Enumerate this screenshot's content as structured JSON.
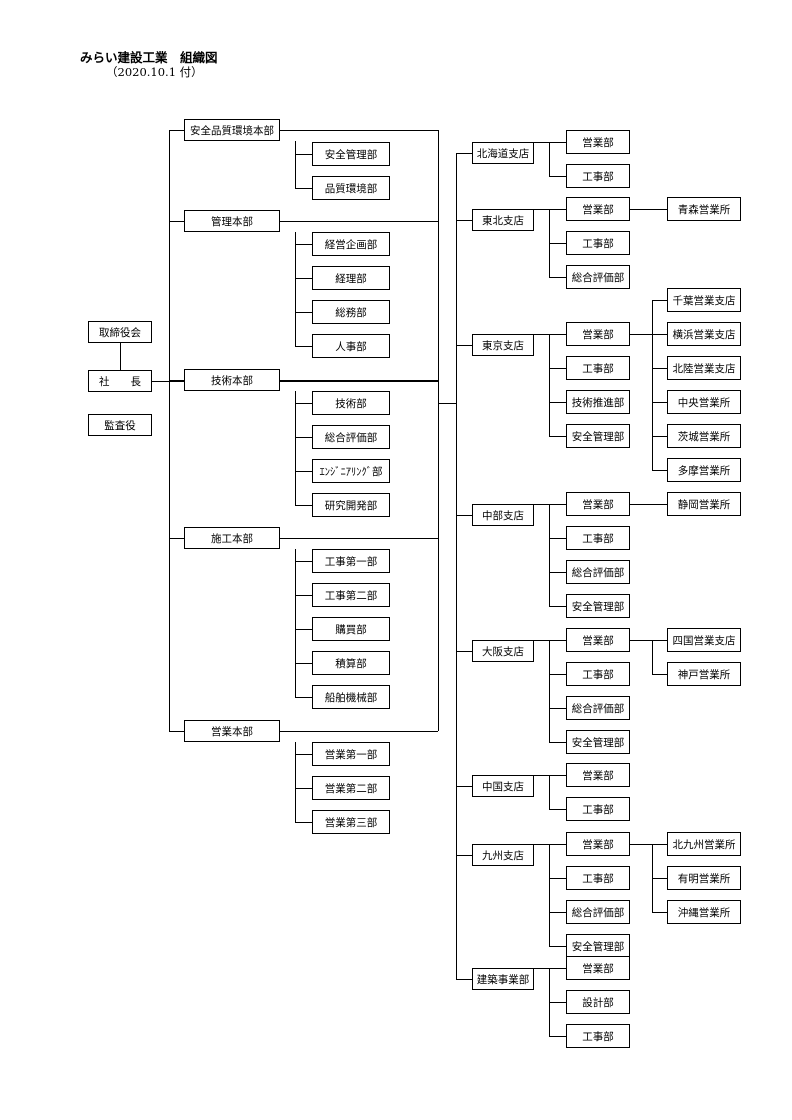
{
  "header": {
    "title": "みらい建設工業　組織図",
    "date": "（2020.10.1 付）"
  },
  "org": {
    "board": "取締役会",
    "president": "社　　長",
    "auditor": "監査役",
    "headquarters": [
      {
        "name": "安全品質環境本部",
        "departments": [
          "安全管理部",
          "品質環境部"
        ]
      },
      {
        "name": "管理本部",
        "departments": [
          "経営企画部",
          "経理部",
          "総務部",
          "人事部"
        ]
      },
      {
        "name": "技術本部",
        "departments": [
          "技術部",
          "総合評価部",
          "ｴﾝｼﾞﾆｱﾘﾝｸﾞ部",
          "研究開発部"
        ]
      },
      {
        "name": "施工本部",
        "departments": [
          "工事第一部",
          "工事第二部",
          "購買部",
          "積算部",
          "船舶機械部"
        ]
      },
      {
        "name": "営業本部",
        "departments": [
          "営業第一部",
          "営業第二部",
          "営業第三部"
        ]
      }
    ],
    "branches": [
      {
        "name": "北海道支店",
        "departments": [
          {
            "name": "営業部",
            "offices": []
          },
          {
            "name": "工事部",
            "offices": []
          }
        ]
      },
      {
        "name": "東北支店",
        "departments": [
          {
            "name": "営業部",
            "offices": [
              "青森営業所"
            ]
          },
          {
            "name": "工事部",
            "offices": []
          },
          {
            "name": "総合評価部",
            "offices": []
          }
        ]
      },
      {
        "name": "東京支店",
        "departments": [
          {
            "name": "営業部",
            "offices": [
              "千葉営業支店",
              "横浜営業支店",
              "北陸営業支店",
              "中央営業所",
              "茨城営業所",
              "多摩営業所"
            ]
          },
          {
            "name": "工事部",
            "offices": []
          },
          {
            "name": "技術推進部",
            "offices": []
          },
          {
            "name": "安全管理部",
            "offices": []
          }
        ]
      },
      {
        "name": "中部支店",
        "departments": [
          {
            "name": "営業部",
            "offices": [
              "静岡営業所"
            ]
          },
          {
            "name": "工事部",
            "offices": []
          },
          {
            "name": "総合評価部",
            "offices": []
          },
          {
            "name": "安全管理部",
            "offices": []
          }
        ]
      },
      {
        "name": "大阪支店",
        "departments": [
          {
            "name": "営業部",
            "offices": [
              "四国営業支店",
              "神戸営業所"
            ]
          },
          {
            "name": "工事部",
            "offices": []
          },
          {
            "name": "総合評価部",
            "offices": []
          },
          {
            "name": "安全管理部",
            "offices": []
          }
        ]
      },
      {
        "name": "中国支店",
        "departments": [
          {
            "name": "営業部",
            "offices": []
          },
          {
            "name": "工事部",
            "offices": []
          }
        ]
      },
      {
        "name": "九州支店",
        "departments": [
          {
            "name": "営業部",
            "offices": [
              "北九州営業所",
              "有明営業所",
              "沖縄営業所"
            ]
          },
          {
            "name": "工事部",
            "offices": []
          },
          {
            "name": "総合評価部",
            "offices": []
          },
          {
            "name": "安全管理部",
            "offices": []
          }
        ]
      },
      {
        "name": "建築事業部",
        "departments": [
          {
            "name": "営業部",
            "offices": []
          },
          {
            "name": "設計部",
            "offices": []
          },
          {
            "name": "工事部",
            "offices": []
          }
        ]
      }
    ]
  }
}
